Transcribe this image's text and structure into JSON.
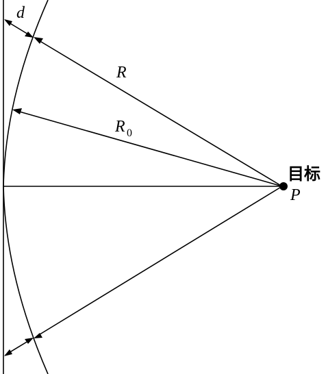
{
  "labels": {
    "d": "d",
    "R": "R",
    "R0_main": "R",
    "R0_sub": "0",
    "target": "目标",
    "point": "P"
  },
  "colors": {
    "stroke": "#000000",
    "background": "#ffffff"
  }
}
